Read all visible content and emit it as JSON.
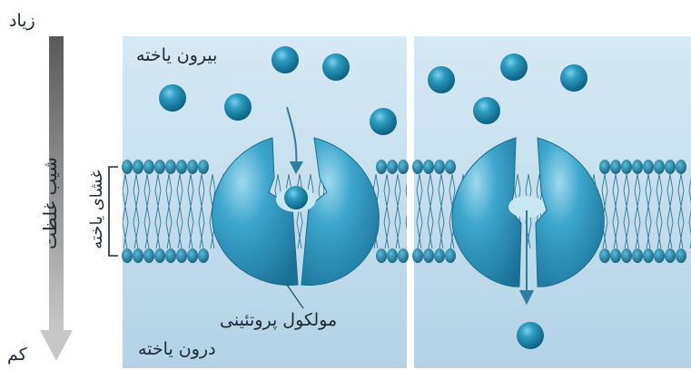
{
  "labels": {
    "high": "زیاد",
    "low": "کم",
    "gradient": "شیب غلظت",
    "membrane": "غشای یاخته",
    "outside": "بیرون یاخته",
    "inside": "درون یاخته",
    "protein": "مولکول پروتئینی"
  },
  "colors": {
    "background_top": "#d2e6f2",
    "background_bottom": "#b4d3e6",
    "molecule": "#1a8aae",
    "protein": "#2b93bf",
    "phospholipid_head": "#1d7da0",
    "arrow": "#8c8c8c"
  }
}
